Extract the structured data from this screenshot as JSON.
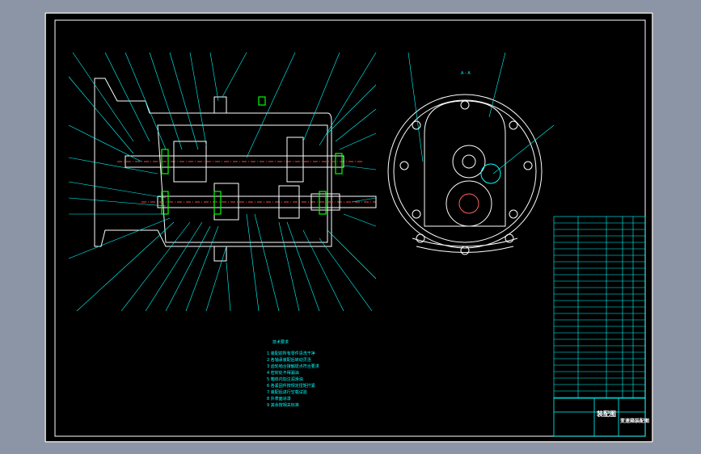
{
  "drawing": {
    "section_label": "A - A",
    "notes_title": "技术要求",
    "notes": [
      "1 装配前所有零件清洗干净",
      "2 各轴承装配后转动灵活",
      "3 齿轮啮合接触斑点符合要求",
      "4 密封处不得漏油",
      "5 箱体内加注润滑油",
      "6 各紧固件按规定扭矩拧紧",
      "7 装配后进行空载试验",
      "8 外表面涂漆",
      "9 其余按相关标准"
    ],
    "title_block": {
      "title": "装配图",
      "subtitle": "变速箱装配图"
    },
    "colors": {
      "line_cyan": "#00ffff",
      "line_white": "#ffffff",
      "line_green": "#00ff00",
      "background": "#000000"
    }
  }
}
